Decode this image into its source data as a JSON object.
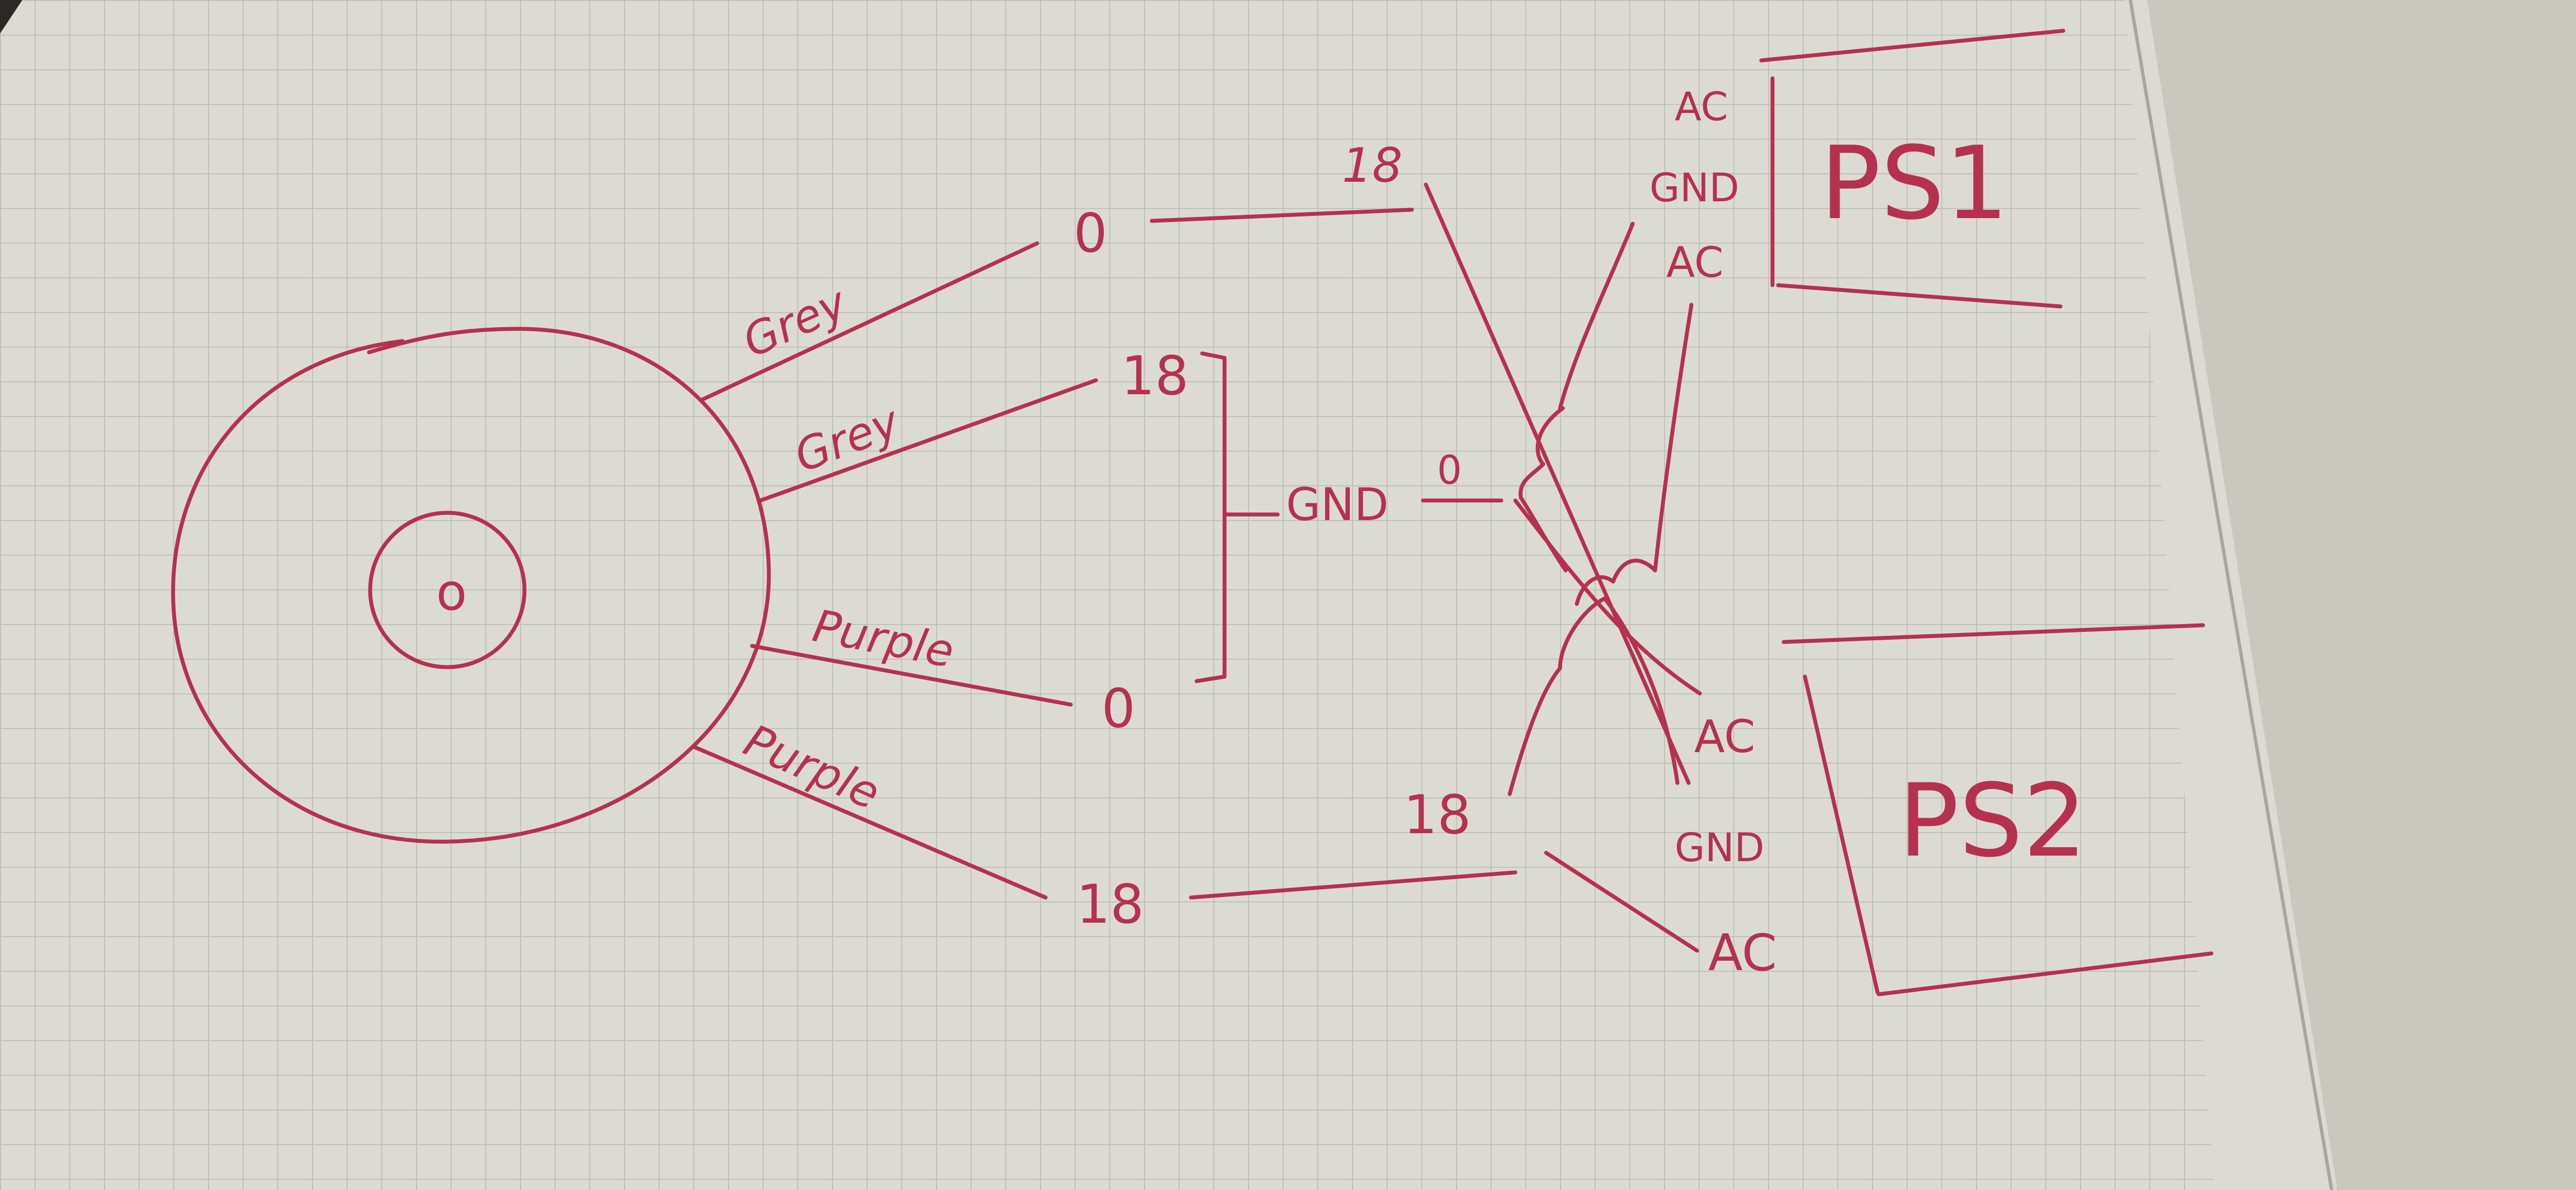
{
  "colors": {
    "ink": "#b5314f",
    "paper": "#dcdbd3",
    "paper_edge": "#c9c8be",
    "grid": "#b9bab6",
    "desk": "#2a2925"
  },
  "motor": {
    "center_label": "o"
  },
  "wires": [
    {
      "color_label": "Grey",
      "terminal": "0"
    },
    {
      "color_label": "Grey",
      "terminal": "18"
    },
    {
      "color_label": "Purple",
      "terminal": "0"
    },
    {
      "color_label": "Purple",
      "terminal": "18"
    }
  ],
  "ground_junction": {
    "label": "GND",
    "value": "0"
  },
  "ps1_feed": {
    "value": "18"
  },
  "ps2_feed": {
    "value": "18"
  },
  "power_supplies": [
    {
      "name": "PS1",
      "terminals": [
        "AC",
        "GND",
        "AC"
      ]
    },
    {
      "name": "PS2",
      "terminals": [
        "AC",
        "GND",
        "AC"
      ]
    }
  ]
}
